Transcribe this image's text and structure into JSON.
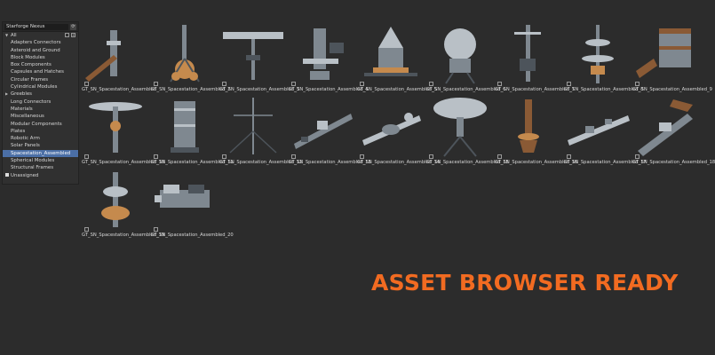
{
  "sidebar": {
    "library": "Starforge Nexus",
    "refresh_icon": "refresh-icon",
    "root_label": "All",
    "items": [
      {
        "label": "Adapters Connectors"
      },
      {
        "label": "Asteroid and Ground"
      },
      {
        "label": "Block Modules"
      },
      {
        "label": "Box Components"
      },
      {
        "label": "Capsules and Hatches"
      },
      {
        "label": "Circular Frames"
      },
      {
        "label": "Cylindrical Modules"
      },
      {
        "label": "Greebles",
        "collapsed": true
      },
      {
        "label": "Long Connectors"
      },
      {
        "label": "Materials"
      },
      {
        "label": "Miscellaneous"
      },
      {
        "label": "Modular Components"
      },
      {
        "label": "Plates"
      },
      {
        "label": "Robotic Arm"
      },
      {
        "label": "Solar Panels"
      },
      {
        "label": "Spacestation_Assembled",
        "selected": true
      },
      {
        "label": "Spherical Modules"
      },
      {
        "label": "Structural Frames"
      }
    ],
    "unassigned_label": "Unassigned"
  },
  "assets": [
    {
      "name": "GT_SN_Spacestation_Assembled"
    },
    {
      "name": "GT_SN_Spacestation_Assembled_2"
    },
    {
      "name": "GT_SN_Spacestation_Assembled_3"
    },
    {
      "name": "GT_SN_Spacestation_Assembled_4"
    },
    {
      "name": "GT_SN_Spacestation_Assembled_5"
    },
    {
      "name": "GT_SN_Spacestation_Assembled_6"
    },
    {
      "name": "GT_SN_Spacestation_Assembled_7"
    },
    {
      "name": "GT_SN_Spacestation_Assembled_8"
    },
    {
      "name": "GT_SN_Spacestation_Assembled_9"
    },
    {
      "name": "GT_SN_Spacestation_Assembled_10"
    },
    {
      "name": "GT_SN_Spacestation_Assembled_11"
    },
    {
      "name": "GT_SN_Spacestation_Assembled_12"
    },
    {
      "name": "GT_SN_Spacestation_Assembled_13"
    },
    {
      "name": "GT_SN_Spacestation_Assembled_14"
    },
    {
      "name": "GT_SN_Spacestation_Assembled_15"
    },
    {
      "name": "GT_SN_Spacestation_Assembled_16"
    },
    {
      "name": "GT_SN_Spacestation_Assembled_17"
    },
    {
      "name": "GT_SN_Spacestation_Assembled_18"
    },
    {
      "name": "GT_SN_Spacestation_Assembled_19"
    },
    {
      "name": "GT_SN_Spacestation_Assembled_20"
    }
  ],
  "headline": "ASSET BROWSER READY",
  "colors": {
    "background": "#2c2c2c",
    "accent": "#f26b21",
    "selection": "#4b6fa6"
  }
}
